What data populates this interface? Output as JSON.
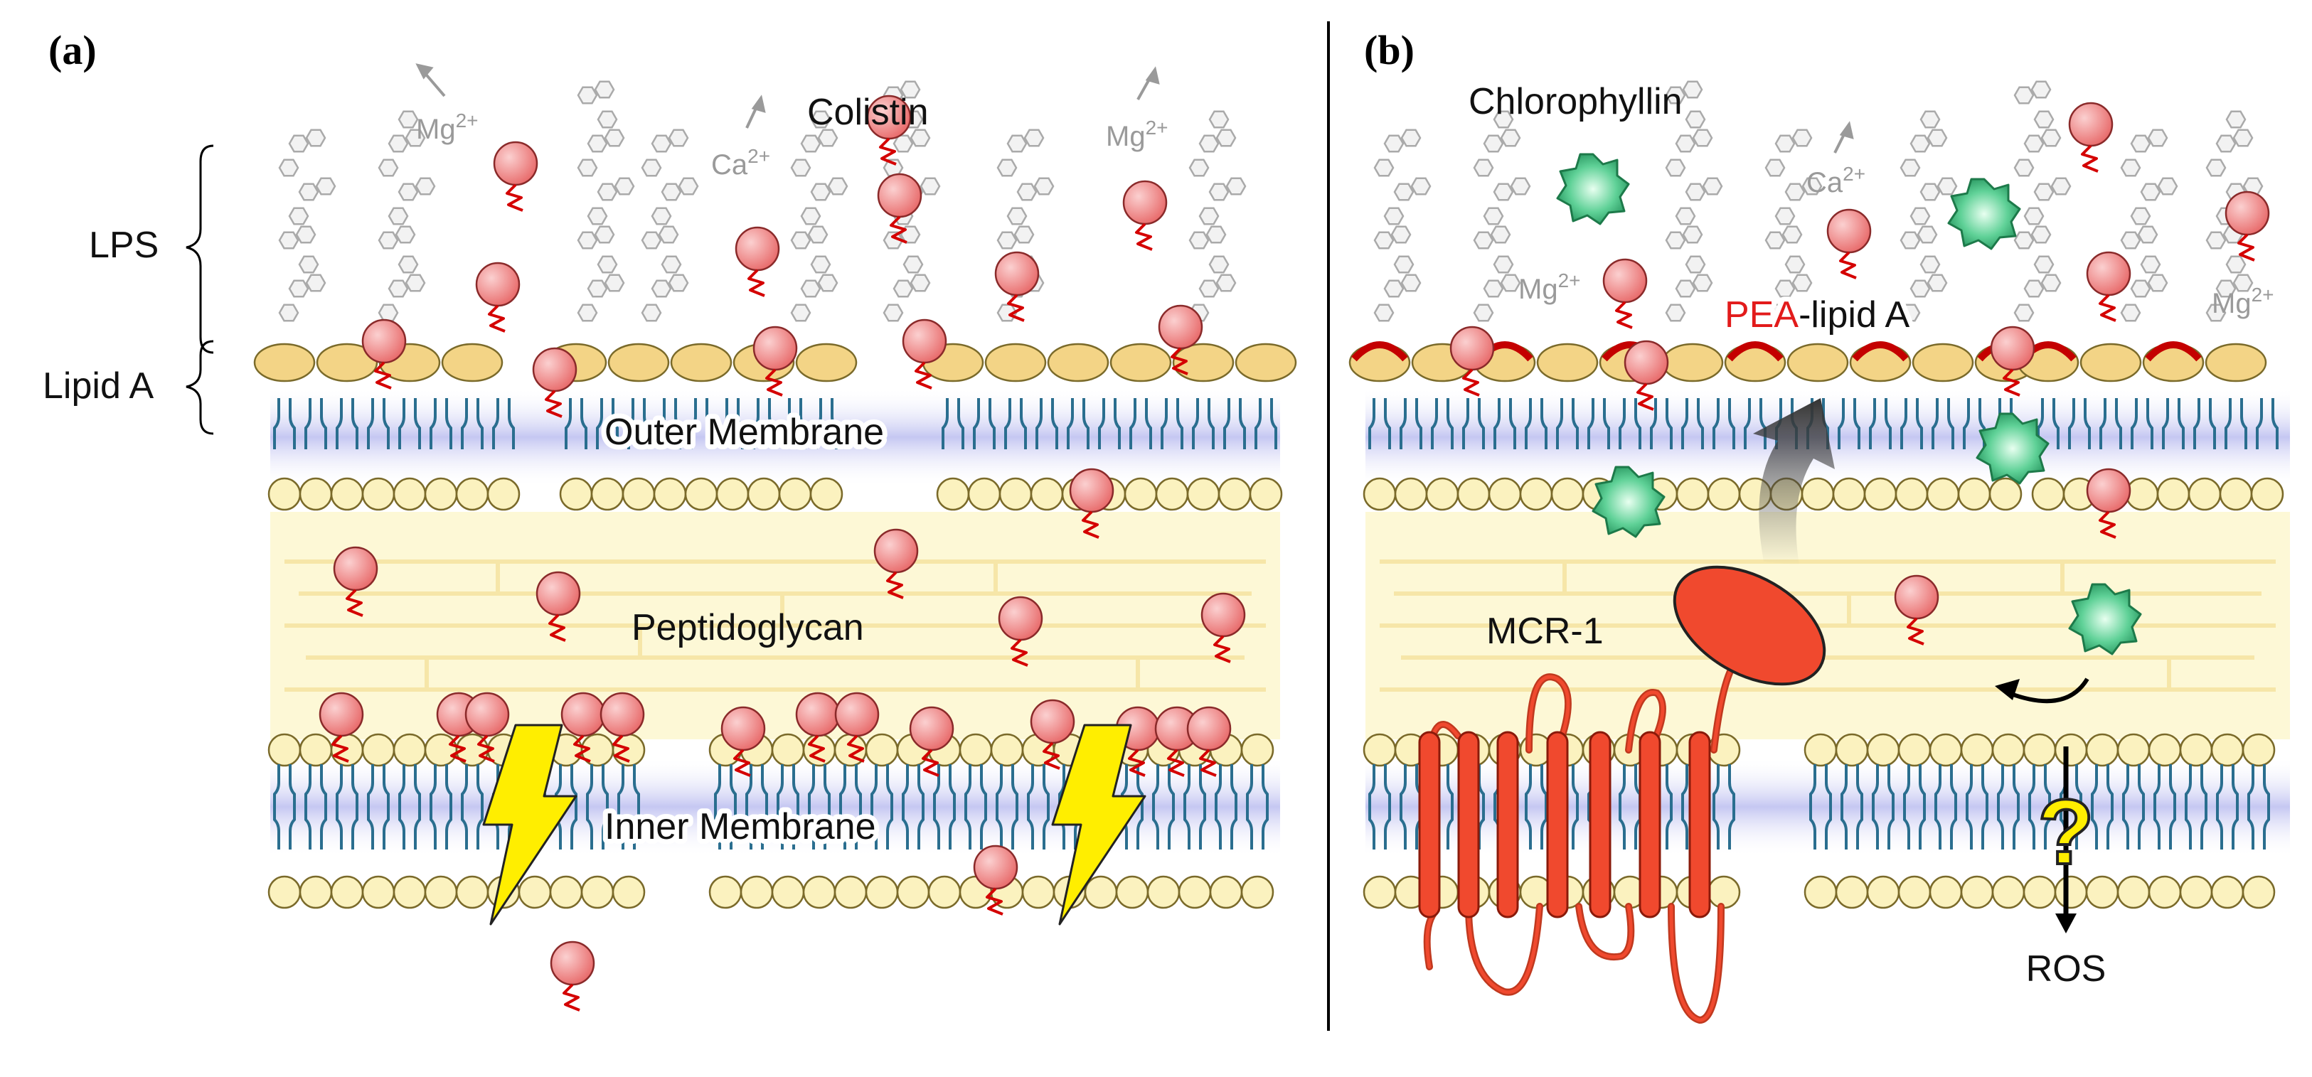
{
  "panel_a": {
    "tag": "(a)",
    "labels": {
      "lps": "LPS",
      "lipid_a": "Lipid A",
      "colistin": "Colistin",
      "outer_membrane": "Outer Membrane",
      "peptidoglycan": "Peptidoglycan",
      "inner_membrane": "Inner Membrane"
    },
    "ions": {
      "mg_left": {
        "base": "Mg",
        "sup": "2+"
      },
      "ca": {
        "base": "Ca",
        "sup": "2+"
      },
      "mg_right": {
        "base": "Mg",
        "sup": "2+"
      }
    }
  },
  "panel_b": {
    "tag": "(b)",
    "labels": {
      "chlorophyllin": "Chlorophyllin",
      "pea_prefix": "PEA",
      "pea_suffix": "-lipid A",
      "mcr1": "MCR-1",
      "question": "?",
      "ros": "ROS"
    },
    "ions": {
      "ca": {
        "base": "Ca",
        "sup": "2+"
      },
      "mg_left": {
        "base": "Mg",
        "sup": "2+"
      },
      "mg_right": {
        "base": "Mg",
        "sup": "2+"
      }
    }
  },
  "colors": {
    "colistin_head": "#f08a8a",
    "colistin_tail": "#d40000",
    "lipid_head": "#fbf2bf",
    "lipid_a_oval": "#f3d486",
    "tail_blue": "#2a6e8f",
    "membrane_glow": "#cfd1f3",
    "peptidoglycan_fill": "#fdf8d6",
    "lps_sugar_stroke": "#aaaaaa",
    "chlorophyllin": "#3fb07a",
    "mcr1": "#f0492e",
    "lightning": "#ffee00",
    "pea_cap": "#c40000"
  }
}
